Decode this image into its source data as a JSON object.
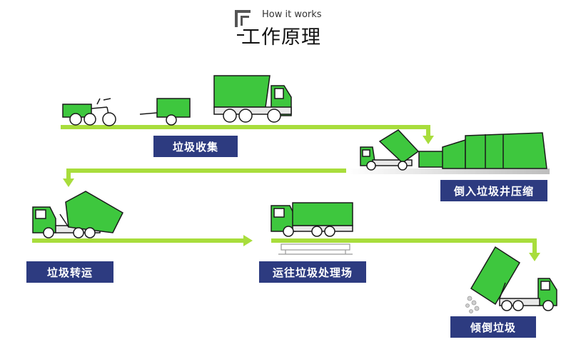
{
  "header": {
    "subtitle": "How it works",
    "title": "工作原理"
  },
  "stages": [
    {
      "id": "collect",
      "label": "垃圾收集"
    },
    {
      "id": "compress",
      "label": "倒入垃圾井压缩"
    },
    {
      "id": "transfer",
      "label": "垃圾转运"
    },
    {
      "id": "transport",
      "label": "运往垃圾处理场"
    },
    {
      "id": "dump",
      "label": "倾倒垃圾"
    }
  ],
  "colors": {
    "vehicle_green": "#3ec73e",
    "flow_line": "#a8dd3c",
    "label_bg": "#2d3b80",
    "label_text": "#ffffff",
    "outline": "#1a1a1a"
  }
}
